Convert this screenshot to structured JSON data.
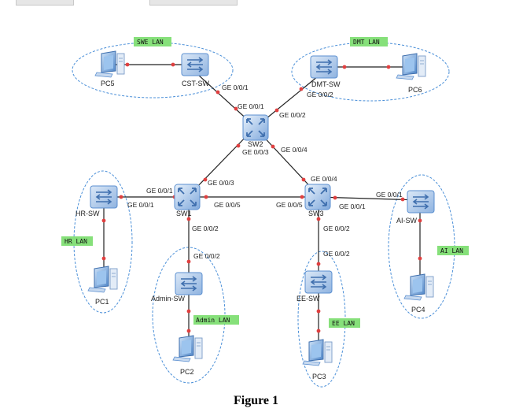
{
  "caption": "Figure 1",
  "colors": {
    "link": "#222222",
    "port_dot": "#e04040",
    "lan_ellipse": "#4a8fd8",
    "lan_tag": "#86e07a",
    "switch_blue": "#5b8fd0"
  },
  "icons": {
    "core_switch": "core-switch-icon",
    "access_switch": "access-switch-icon",
    "pc": "desktop-pc-icon"
  },
  "nodes": {
    "sw1": "SW1",
    "sw2": "SW2",
    "sw3": "SW3",
    "cst_sw": "CST-SW",
    "dmt_sw": "DMT-SW",
    "hr_sw": "HR-SW",
    "admin_sw": "Admin-SW",
    "ee_sw": "EE-SW",
    "ai_sw": "AI-SW",
    "pc1": "PC1",
    "pc2": "PC2",
    "pc3": "PC3",
    "pc4": "PC4",
    "pc5": "PC5",
    "pc6": "PC6"
  },
  "lans": {
    "swe": "SWE LAN",
    "dmt": "DMT LAN",
    "hr": "HR LAN",
    "admin": "Admin LAN",
    "ee": "EE LAN",
    "ai": "AI LAN"
  },
  "ports": {
    "cst_sw_g1": "GE 0/0/1",
    "sw2_g1": "GE 0/0/1",
    "dmt_sw_g2": "GE 0/0/2",
    "sw2_g2": "GE 0/0/2",
    "sw2_g3": "GE 0/0/3",
    "sw2_g4": "GE 0/0/4",
    "sw1_g3": "GE 0/0/3",
    "sw3_g4": "GE 0/0/4",
    "sw1_g1": "GE 0/0/1",
    "hr_sw_g1": "GE 0/0/1",
    "sw1_g5": "GE 0/0/5",
    "sw3_g5": "GE 0/0/5",
    "sw3_g1": "GE 0/0/1",
    "ai_sw_g1": "GE 0/0/1",
    "sw1_g2": "GE 0/0/2",
    "admin_sw_g2": "GE 0/0/2",
    "sw3_g2": "GE 0/0/2",
    "ee_sw_g2": "GE 0/0/2"
  }
}
